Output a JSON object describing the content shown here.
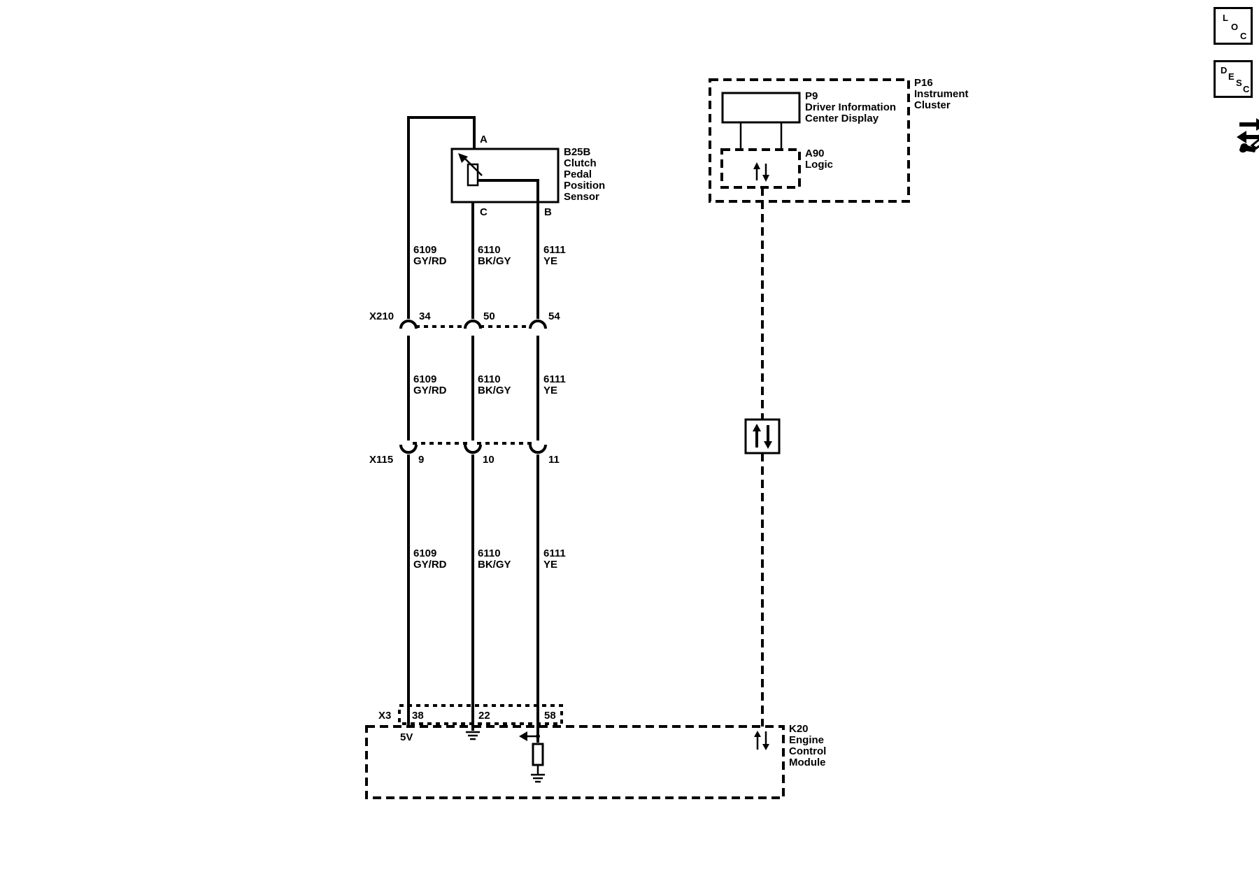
{
  "components": {
    "b25b": {
      "id": "B25B",
      "lines": [
        "Clutch",
        "Pedal",
        "Position",
        "Sensor"
      ],
      "pins": {
        "a": "A",
        "b": "B",
        "c": "C"
      }
    },
    "p16": {
      "id": "P16",
      "lines": [
        "Instrument",
        "Cluster"
      ]
    },
    "p9": {
      "id": "P9",
      "lines": [
        "Driver Information",
        "Center Display"
      ]
    },
    "a90": {
      "id": "A90",
      "lines": [
        "Logic"
      ]
    },
    "k20": {
      "id": "K20",
      "lines": [
        "Engine",
        "Control",
        "Module"
      ],
      "voltage": "5V"
    }
  },
  "connectors": {
    "x210": {
      "id": "X210",
      "pins": [
        "34",
        "50",
        "54"
      ]
    },
    "x115": {
      "id": "X115",
      "pins": [
        "9",
        "10",
        "11"
      ]
    },
    "x3": {
      "id": "X3",
      "pins": [
        "38",
        "22",
        "58"
      ]
    }
  },
  "wires": [
    {
      "circuit": "6109",
      "color": "GY/RD"
    },
    {
      "circuit": "6110",
      "color": "BK/GY"
    },
    {
      "circuit": "6111",
      "color": "YE"
    }
  ],
  "nav": {
    "loc": [
      "L",
      "O",
      "C"
    ],
    "desc": [
      "D",
      "E",
      "S",
      "C"
    ],
    "tools_icon": "tools-icon"
  }
}
